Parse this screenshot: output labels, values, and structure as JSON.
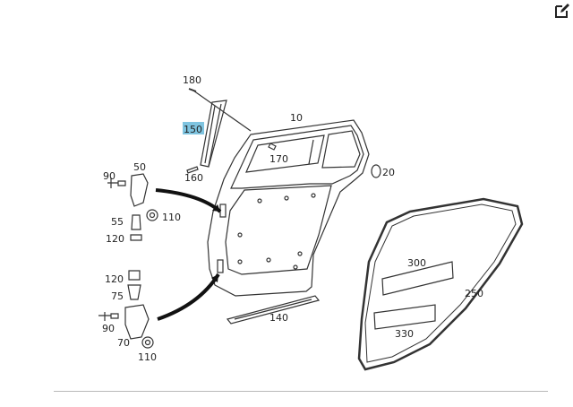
{
  "toolbar": {
    "edit_icon": "edit-icon"
  },
  "diagram": {
    "highlighted_part": "150",
    "callouts": [
      {
        "id": "180",
        "text": "180"
      },
      {
        "id": "150",
        "text": "150"
      },
      {
        "id": "160",
        "text": "160"
      },
      {
        "id": "10",
        "text": "10"
      },
      {
        "id": "170",
        "text": "170"
      },
      {
        "id": "20",
        "text": "20"
      },
      {
        "id": "90a",
        "text": "90"
      },
      {
        "id": "50",
        "text": "50"
      },
      {
        "id": "55",
        "text": "55"
      },
      {
        "id": "110a",
        "text": "110"
      },
      {
        "id": "120a",
        "text": "120"
      },
      {
        "id": "120b",
        "text": "120"
      },
      {
        "id": "75",
        "text": "75"
      },
      {
        "id": "90b",
        "text": "90"
      },
      {
        "id": "70",
        "text": "70"
      },
      {
        "id": "110b",
        "text": "110"
      },
      {
        "id": "140",
        "text": "140"
      },
      {
        "id": "250",
        "text": "250"
      },
      {
        "id": "300",
        "text": "300"
      },
      {
        "id": "330",
        "text": "330"
      }
    ]
  },
  "colors": {
    "highlight": "#7fc4e0",
    "line": "#333333"
  }
}
